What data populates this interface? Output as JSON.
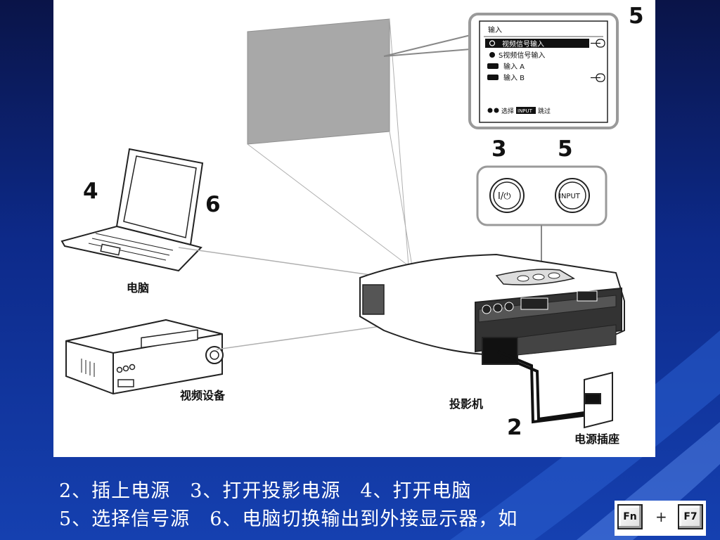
{
  "diagram": {
    "osd_menu": {
      "title": "输入",
      "items": [
        {
          "label": "视频信号输入",
          "selected": true,
          "arrow": true
        },
        {
          "label": "S视频信号输入",
          "selected": false,
          "arrow": false
        },
        {
          "label": "输入 A",
          "selected": false,
          "arrow": false
        },
        {
          "label": "输入 B",
          "selected": false,
          "arrow": true
        }
      ],
      "footer_select": "选择",
      "footer_key": "INPUT",
      "footer_skip": "跳过"
    },
    "step_numbers": {
      "menu": "5",
      "power": "3",
      "input": "5",
      "laptop_a": "4",
      "laptop_b": "6",
      "power_cord": "2"
    },
    "buttons": {
      "power_symbol": "I/⏻",
      "input_label": "INPUT"
    },
    "labels": {
      "computer": "电脑",
      "video_device": "视频设备",
      "projector": "投影机",
      "outlet": "电源插座"
    }
  },
  "captions": {
    "line1": [
      "2、插上电源",
      "3、打开投影电源",
      "4、打开电脑"
    ],
    "line2": [
      "5、选择信号源",
      "6、电脑切换输出到外接显示器，如"
    ]
  },
  "keys": {
    "key1": "Fn",
    "plus": "+",
    "key2": "F7"
  }
}
